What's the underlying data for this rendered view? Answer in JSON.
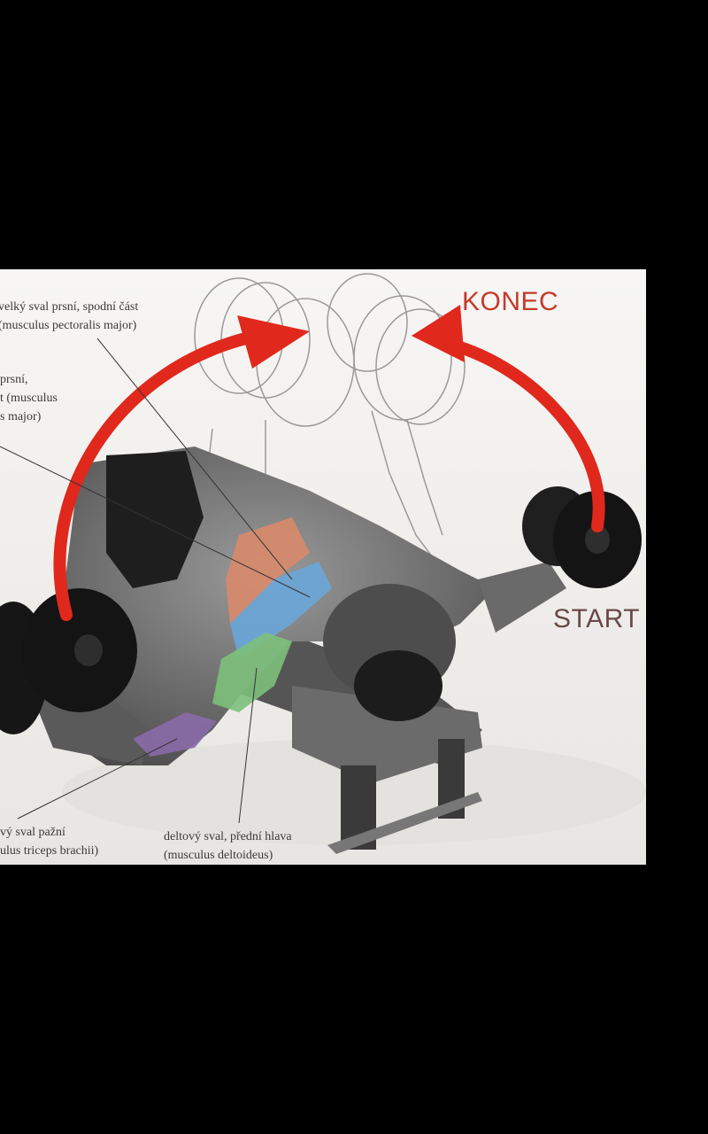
{
  "viewer": {
    "background": "#000000"
  },
  "image": {
    "colors": {
      "arrow": "#e0281c",
      "pec_upper": "#d98a6a",
      "pec_lower": "#6aa6d8",
      "deltoid": "#7cc07a",
      "triceps": "#8a6aa8"
    },
    "phase_labels": {
      "end": "KONEC",
      "start": "START"
    },
    "annotations": {
      "pec_lower": {
        "line1": "velký sval prsní, spodní část",
        "line2": "(musculus pectoralis major)"
      },
      "pec_clipped": {
        "line1": "prsní,",
        "line2": "t (musculus",
        "line3": "s major)"
      },
      "triceps": {
        "line1": "vý sval pažní",
        "line2": "ulus triceps brachii)"
      },
      "deltoid": {
        "line1": "deltový sval, přední hlava",
        "line2": "(musculus deltoideus)"
      }
    }
  }
}
